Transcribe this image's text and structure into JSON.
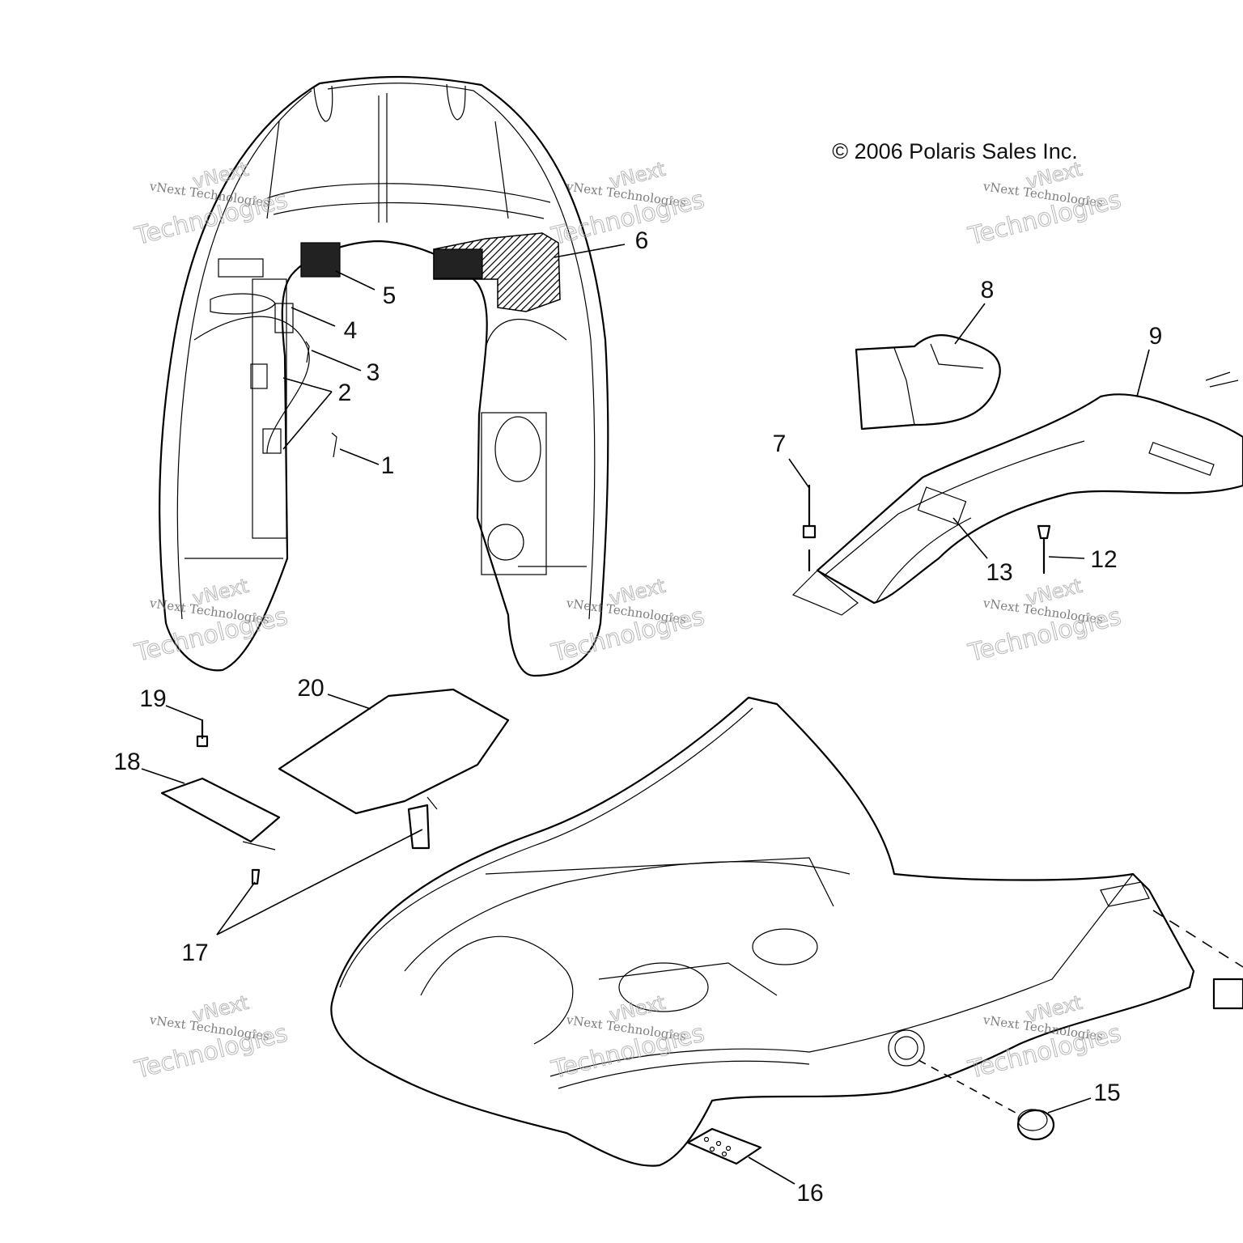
{
  "copyright": "© 2006 Polaris Sales Inc.",
  "callouts": [
    "1",
    "2",
    "3",
    "4",
    "5",
    "6",
    "7",
    "8",
    "9",
    "12",
    "13",
    "15",
    "16",
    "17",
    "18",
    "19",
    "20"
  ],
  "watermark": {
    "brand_line": "vNext Technologies",
    "top_word": "vNext",
    "bottom_word": "Technologies"
  }
}
